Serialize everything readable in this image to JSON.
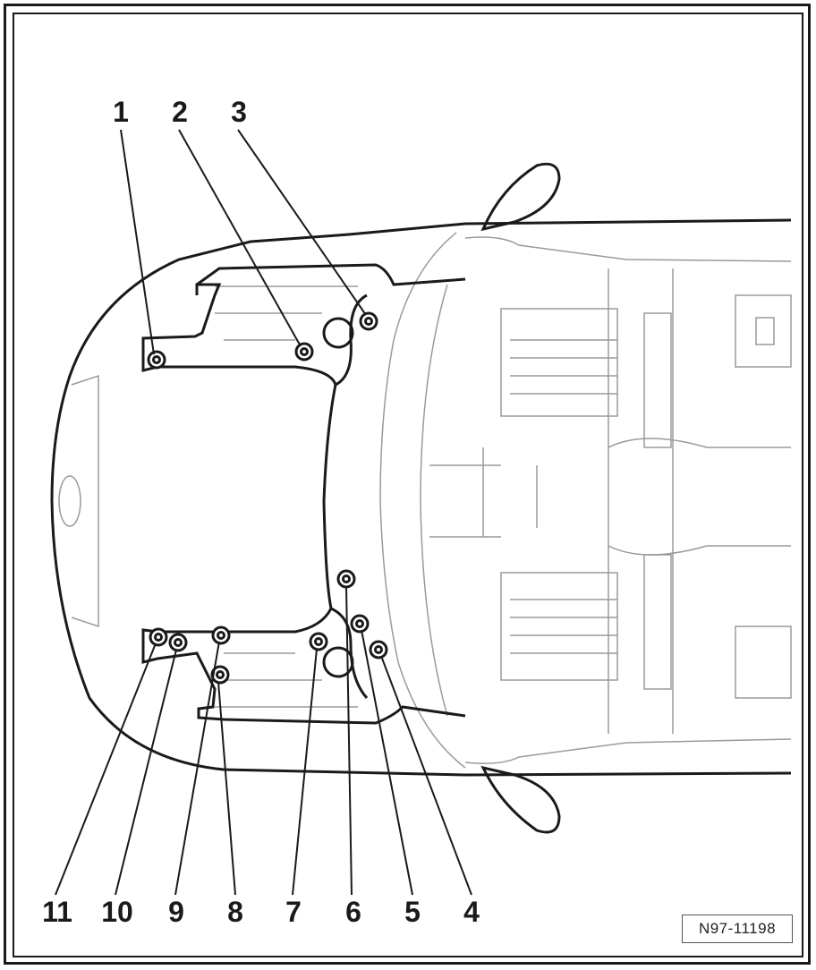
{
  "diagram": {
    "callouts": [
      "1",
      "2",
      "3",
      "4",
      "5",
      "6",
      "7",
      "8",
      "9",
      "10",
      "11"
    ],
    "reference_code": "N97-11198"
  },
  "colors": {
    "line_dark": "#1a1a1a",
    "line_light": "#9a9a9a",
    "background": "#ffffff"
  }
}
